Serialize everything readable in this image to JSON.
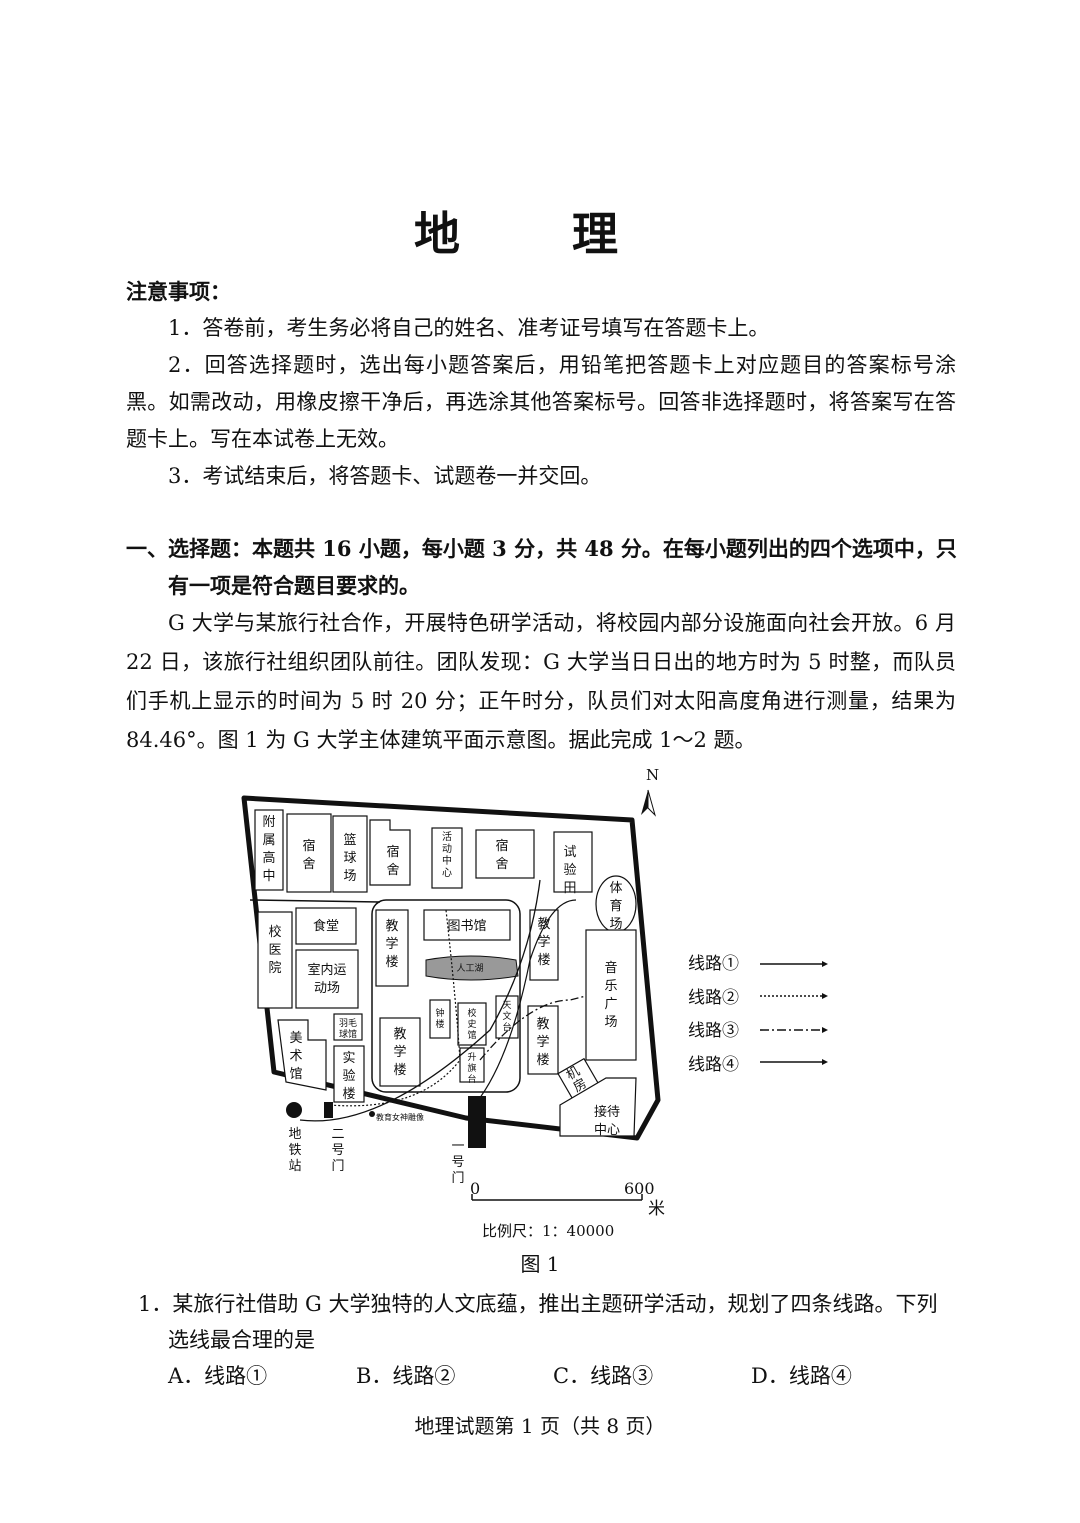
{
  "title": "地 理",
  "notice": {
    "heading": "注意事项：",
    "items": [
      "1．答卷前，考生务必将自己的姓名、准考证号填写在答题卡上。",
      "2．回答选择题时，选出每小题答案后，用铅笔把答题卡上对应题目的答案标号涂黑。如需改动，用橡皮擦干净后，再选涂其他答案标号。回答非选择题时，将答案写在答题卡上。写在本试卷上无效。",
      "3．考试结束后，将答题卡、试题卷一并交回。"
    ]
  },
  "section1": {
    "heading_line1": "一、选择题：本题共 16 小题，每小题 3 分，共 48 分。在每小题列出的四个选项中，只",
    "heading_line2": "有一项是符合题目要求的。"
  },
  "passage": "G 大学与某旅行社合作，开展特色研学活动，将校园内部分设施面向社会开放。6 月 22 日，该旅行社组织团队前往。团队发现：G 大学当日日出的地方时为 5 时整，而队员们手机上显示的时间为 5 时 20 分；正午时分，队员们对太阳高度角进行测量，结果为 84.46°。图 1 为 G 大学主体建筑平面示意图。据此完成 1～2 题。",
  "map": {
    "north": "N",
    "labels": {
      "fushu": "附属高中",
      "sushe1": "宿舍",
      "lanqiu": "篮球场",
      "sushe2": "宿舍",
      "huodong": "活动中心",
      "sushe3": "宿舍",
      "shiyantian": "试验田",
      "tiyuchang": "体育场",
      "xiaoyiyuan": "校医院",
      "shitang": "食堂",
      "shinei": "室内运动场",
      "jiaoxue1": "教学楼",
      "tushuguan": "图书馆",
      "rengonghu": "人工湖",
      "jiaoxue2": "教学楼",
      "yinyue": "音乐广场",
      "meishu": "美术馆",
      "yumao": "羽毛球馆",
      "shiyanlou": "实验楼",
      "zhonglou": "钟楼",
      "xiaoshi": "校史馆",
      "tianwen": "天文台",
      "shengqi": "升旗台",
      "jiaoxue3": "教学楼",
      "jiaoxue4": "教学楼",
      "jifang": "机房",
      "jiedai": "接待中心",
      "ditie": "地铁站",
      "gate2": "二号门",
      "gate1": "一号门",
      "statue": "教育女神雕像"
    },
    "legend": [
      "线路①",
      "线路②",
      "线路③",
      "线路④"
    ],
    "scale_start": "0",
    "scale_end": "600",
    "scale_unit": "米",
    "scale_text": "比例尺：1：40000",
    "caption": "图 1"
  },
  "question1": {
    "line1": "1．某旅行社借助 G 大学独特的人文底蕴，推出主题研学活动，规划了四条线路。下列",
    "line2": "选线最合理的是",
    "options": [
      "A．线路①",
      "B．线路②",
      "C．线路③",
      "D．线路④"
    ]
  },
  "footer": "地理试题第 1 页（共 8 页）"
}
